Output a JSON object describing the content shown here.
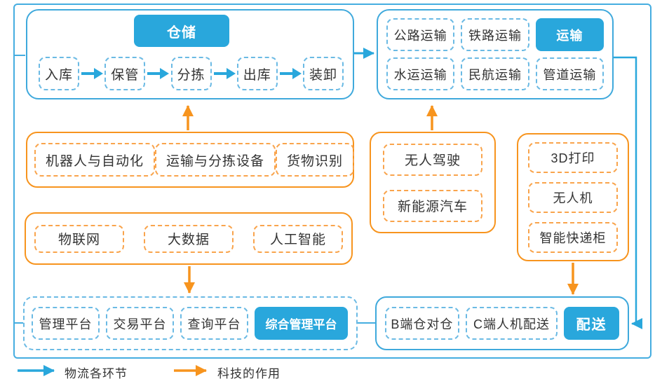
{
  "colors": {
    "solid_blue": "#29a7dc",
    "blue_border": "#3fa9dc",
    "blue_dash": "#6bbae4",
    "orange": "#f7941e",
    "orange_dash": "#f9a44c",
    "text": "#333333"
  },
  "warehouse": {
    "title": "仓储",
    "steps": [
      "入库",
      "保管",
      "分拣",
      "出库",
      "装卸"
    ]
  },
  "transport": {
    "title": "运输",
    "modes": [
      "公路运输",
      "铁路运输",
      "水运运输",
      "民航运输",
      "管道运输"
    ]
  },
  "tech_warehouse": {
    "items": [
      "机器人与自动化",
      "运输与分拣设备",
      "货物识别"
    ]
  },
  "tech_transport": {
    "items": [
      "无人驾驶",
      "新能源汽车"
    ]
  },
  "tech_delivery": {
    "items": [
      "3D打印",
      "无人机",
      "智能快递柜"
    ]
  },
  "tech_platform": {
    "items": [
      "物联网",
      "大数据",
      "人工智能"
    ]
  },
  "platform": {
    "title": "综合管理平台",
    "items": [
      "管理平台",
      "交易平台",
      "查询平台"
    ]
  },
  "delivery": {
    "title": "配送",
    "items": [
      "B端仓对仓",
      "C端人机配送"
    ]
  },
  "legend": {
    "blue_label": "物流各环节",
    "orange_label": "科技的作用"
  }
}
